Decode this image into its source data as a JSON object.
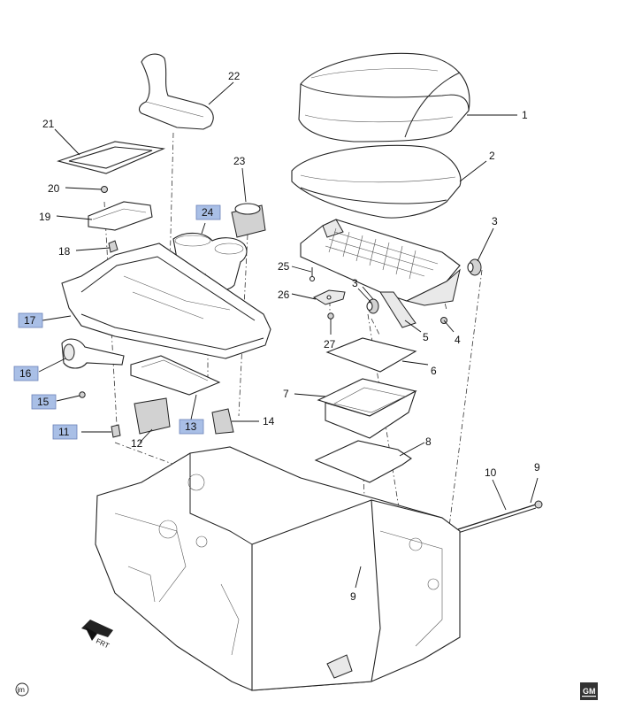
{
  "diagram": {
    "title": "Floor console exploded view",
    "callouts": [
      {
        "id": "1",
        "label": "1",
        "highlighted": false
      },
      {
        "id": "2",
        "label": "2",
        "highlighted": false
      },
      {
        "id": "3a",
        "label": "3",
        "highlighted": false
      },
      {
        "id": "3b",
        "label": "3",
        "highlighted": false
      },
      {
        "id": "4",
        "label": "4",
        "highlighted": false
      },
      {
        "id": "5",
        "label": "5",
        "highlighted": false
      },
      {
        "id": "6",
        "label": "6",
        "highlighted": false
      },
      {
        "id": "7",
        "label": "7",
        "highlighted": false
      },
      {
        "id": "8",
        "label": "8",
        "highlighted": false
      },
      {
        "id": "9a",
        "label": "9",
        "highlighted": false
      },
      {
        "id": "9b",
        "label": "9",
        "highlighted": false
      },
      {
        "id": "10",
        "label": "10",
        "highlighted": false
      },
      {
        "id": "11",
        "label": "11",
        "highlighted": true
      },
      {
        "id": "12",
        "label": "12",
        "highlighted": false
      },
      {
        "id": "13",
        "label": "13",
        "highlighted": true
      },
      {
        "id": "14",
        "label": "14",
        "highlighted": false
      },
      {
        "id": "15",
        "label": "15",
        "highlighted": true
      },
      {
        "id": "16",
        "label": "16",
        "highlighted": true
      },
      {
        "id": "17",
        "label": "17",
        "highlighted": true
      },
      {
        "id": "18",
        "label": "18",
        "highlighted": false
      },
      {
        "id": "19",
        "label": "19",
        "highlighted": false
      },
      {
        "id": "20",
        "label": "20",
        "highlighted": false
      },
      {
        "id": "21",
        "label": "21",
        "highlighted": false
      },
      {
        "id": "22",
        "label": "22",
        "highlighted": false
      },
      {
        "id": "23",
        "label": "23",
        "highlighted": false
      },
      {
        "id": "24",
        "label": "24",
        "highlighted": true
      },
      {
        "id": "25",
        "label": "25",
        "highlighted": false
      },
      {
        "id": "26",
        "label": "26",
        "highlighted": false
      },
      {
        "id": "27",
        "label": "27",
        "highlighted": false
      }
    ],
    "direction_label": "FRT",
    "author_mark": "jm",
    "brand_logo": "GM",
    "colors": {
      "highlight_fill": "#a9bfe6",
      "highlight_stroke": "#6b83b8",
      "line": "#222222",
      "background": "#ffffff"
    }
  }
}
